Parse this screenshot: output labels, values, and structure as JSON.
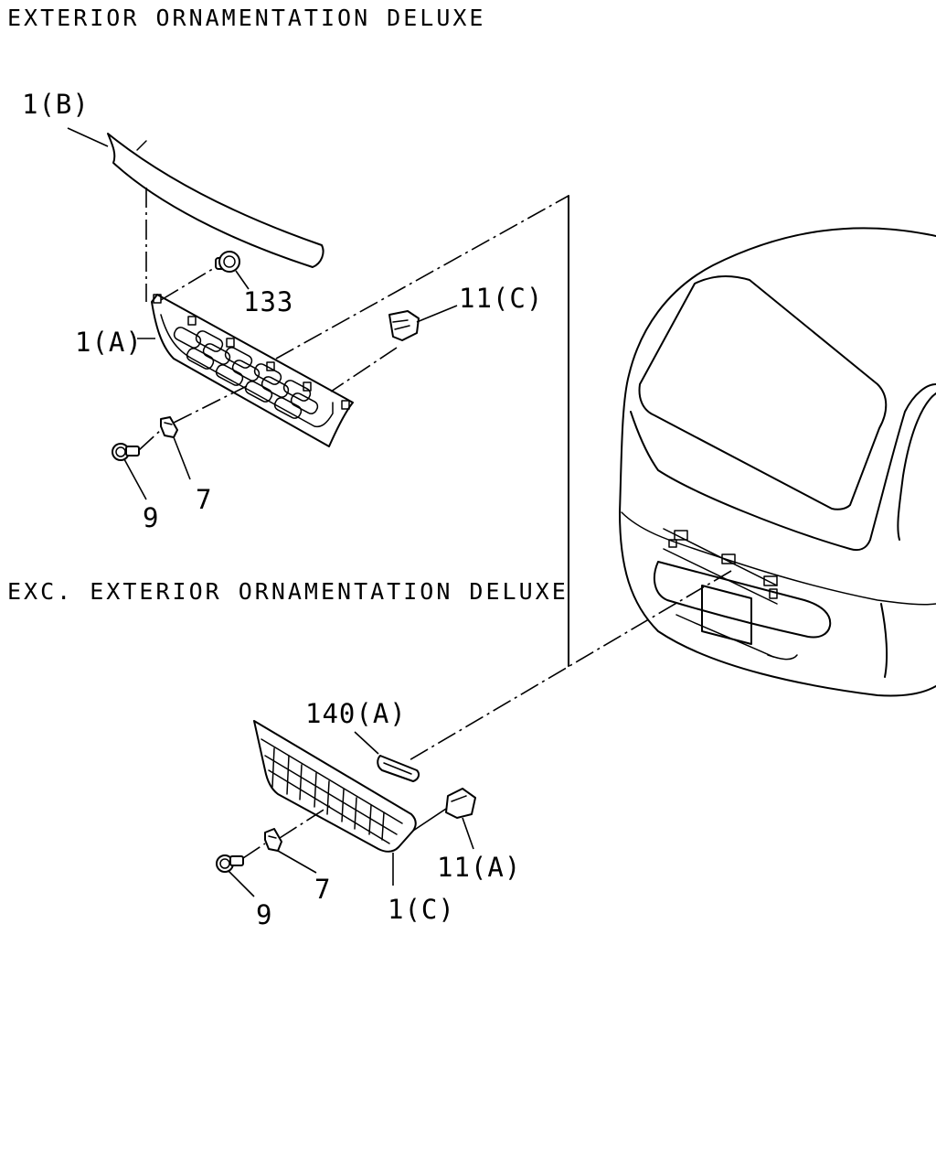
{
  "headers": {
    "deluxe": "EXTERIOR ORNAMENTATION DELUXE",
    "exc_deluxe": "EXC. EXTERIOR ORNAMENTATION DELUXE"
  },
  "callouts": {
    "c_1b": "1(B)",
    "c_133": "133",
    "c_1a": "1(A)",
    "c_11c": "11(C)",
    "c_9_top": "9",
    "c_7_top": "7",
    "c_140a": "140(A)",
    "c_11a": "11(A)",
    "c_9_bottom": "9",
    "c_7_bottom": "7",
    "c_1c": "1(C)"
  }
}
